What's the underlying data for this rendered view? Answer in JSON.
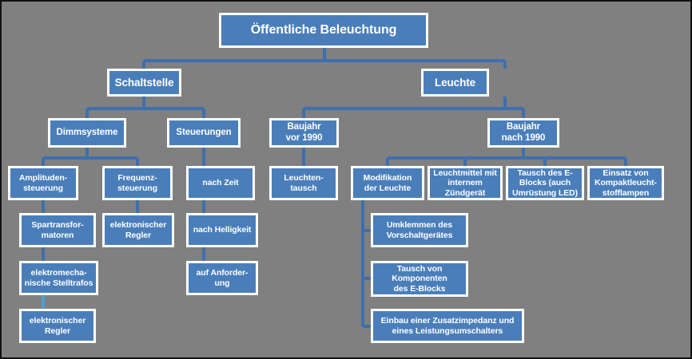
{
  "diagram": {
    "title": "Öffentliche Beleuchtung",
    "background_color": "#808080",
    "node_fill_color": "#4a7ebb",
    "node_border_color": "#ffffff",
    "connector_color": "#3e6fae",
    "connector_color_alt": "#4a9fd8",
    "frame_border_color": "#111111",
    "nodes": [
      {
        "id": "root",
        "label": "Öffentliche Beleuchtung"
      },
      {
        "id": "schaltstelle",
        "label": "Schaltstelle"
      },
      {
        "id": "leuchte",
        "label": "Leuchte"
      },
      {
        "id": "dimmsysteme",
        "label": "Dimmsysteme"
      },
      {
        "id": "steuerungen",
        "label": "Steuerungen"
      },
      {
        "id": "baujahr-vor",
        "label": "Baujahr\nvor 1990"
      },
      {
        "id": "baujahr-nach",
        "label": "Baujahr\nnach 1990"
      },
      {
        "id": "amplitudensteuerung",
        "label": "Amplituden-\nsteuerung"
      },
      {
        "id": "frequenzsteuerung",
        "label": "Frequenz-\nsteuerung"
      },
      {
        "id": "nach-zeit",
        "label": "nach Zeit"
      },
      {
        "id": "leuchtentausch",
        "label": "Leuchten-\ntausch"
      },
      {
        "id": "modifikation",
        "label": "Modifikation\nder Leuchte"
      },
      {
        "id": "leuchtmittel",
        "label": "Leuchtmittel mit\ninternem\nZündgerät"
      },
      {
        "id": "tausch-e-block",
        "label": "Tausch des E-\nBlocks (auch\nUmrüstung LED)"
      },
      {
        "id": "kompakt",
        "label": "Einsatz von\nKompaktleucht-\nstofflampen"
      },
      {
        "id": "spartransformatoren",
        "label": "Spartransfor-\nmatoren"
      },
      {
        "id": "elektronischer-regler-1",
        "label": "elektronischer\nRegler"
      },
      {
        "id": "nach-helligkeit",
        "label": "nach Helligkeit"
      },
      {
        "id": "umklemmen",
        "label": "Umklemmen des\nVorschaltgerätes"
      },
      {
        "id": "elektromechanische",
        "label": "elektromecha-\nnische Stelltrafos"
      },
      {
        "id": "auf-anforderung",
        "label": "auf Anforder-\nung"
      },
      {
        "id": "tausch-komponenten",
        "label": "Tausch von\nKomponenten\ndes E-Blocks"
      },
      {
        "id": "elektronischer-regler-2",
        "label": "elektronischer\nRegler"
      },
      {
        "id": "einbau-zusatzimpedanz",
        "label": "Einbau einer Zusatzimpedanz und\neines Leistungsumschalters"
      }
    ]
  }
}
